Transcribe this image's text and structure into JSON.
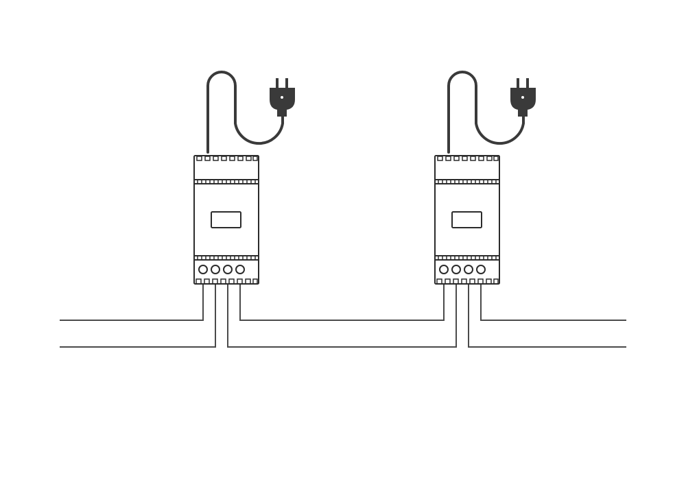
{
  "diagram": {
    "title": "",
    "devices": [
      {
        "id": "device-1",
        "terminals": 4
      },
      {
        "id": "device-2",
        "terminals": 4
      }
    ],
    "colors": {
      "outline": "#2b2b2b",
      "plug": "#3a3a3a",
      "wire": "#4a4a4a",
      "background": "#ffffff"
    }
  }
}
